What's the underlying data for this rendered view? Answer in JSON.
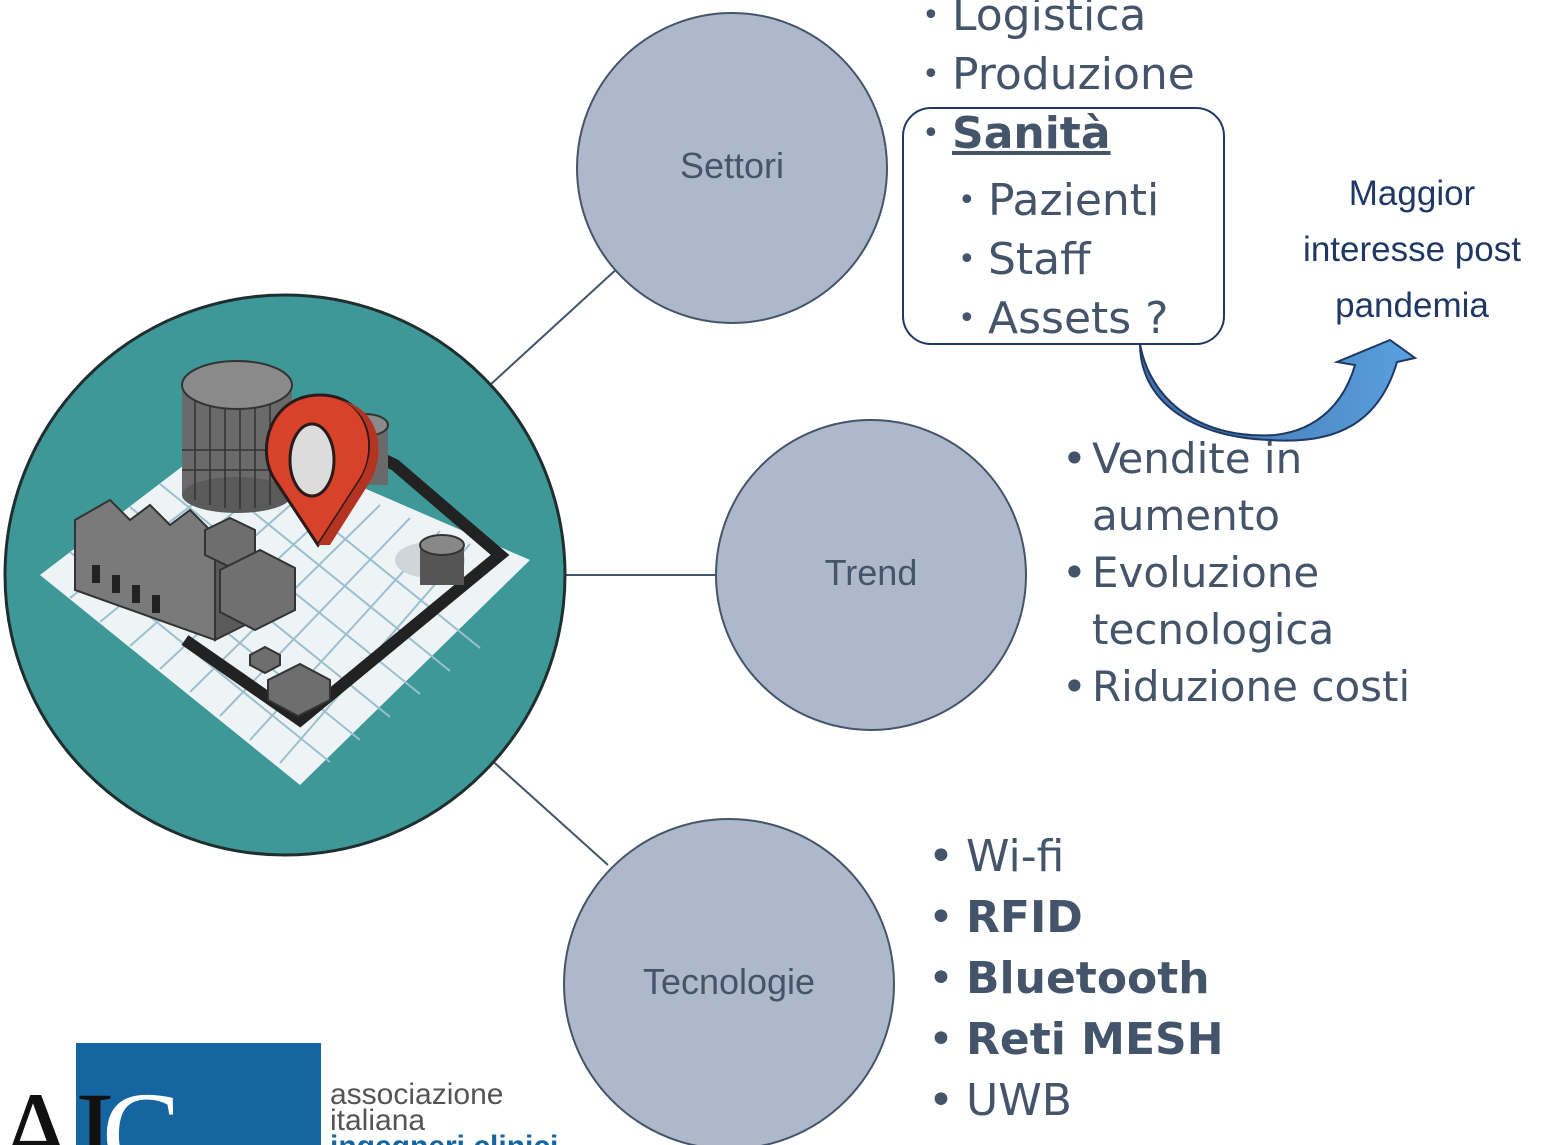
{
  "nodes": {
    "settori": "Settori",
    "trend": "Trend",
    "tecnologie": "Tecnologie"
  },
  "settori_list": {
    "logistica": "Logistica",
    "produzione": "Produzione",
    "sanita": "Sanità",
    "pazienti": "Pazienti",
    "staff": "Staff",
    "assets": "Assets ?"
  },
  "trend_list": {
    "vendite_1": "Vendite in",
    "vendite_2": "aumento",
    "evoluzione_1": "Evoluzione",
    "evoluzione_2": "tecnologica",
    "riduzione": "Riduzione costi"
  },
  "tecnologie_list": [
    "Wi-fi",
    "RFID",
    "Bluetooth",
    "Reti MESH",
    "UWB"
  ],
  "note": {
    "line1": "Maggior",
    "line2": "interesse post",
    "line3": "pandemia"
  },
  "logo": {
    "mark": "AI",
    "mark_c": "C",
    "line1": "associazione",
    "line2": "italiana",
    "line3": "ingegneri clinici"
  },
  "colors": {
    "node_fill": "#ADB9CA",
    "hub_fill": "#3E9898",
    "text": "#44546A",
    "note_text": "#1F3864",
    "arrow": "#4A86C8",
    "logo_blue": "#1565A0"
  },
  "icons": [
    "factory-map-pin-illustration"
  ]
}
